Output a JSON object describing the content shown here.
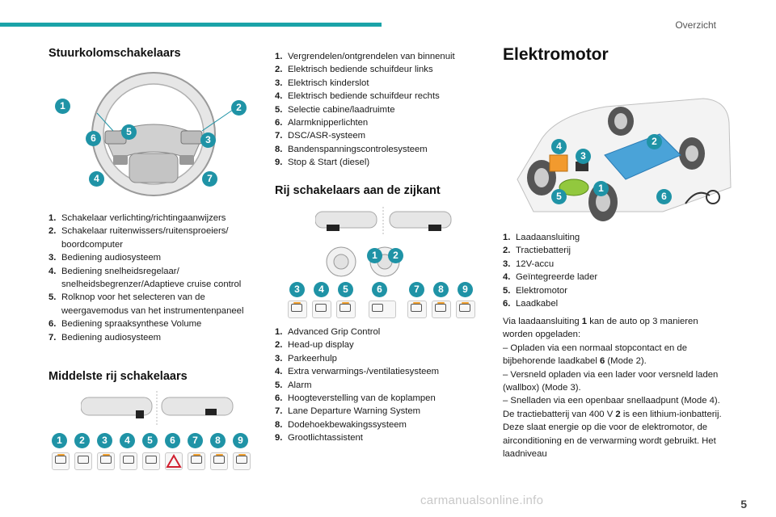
{
  "header": {
    "section": "Overzicht"
  },
  "col1": {
    "title": "Stuurkolomschakelaars",
    "items": [
      {
        "n": "1.",
        "t": "Schakelaar verlichting/richtingaanwijzers"
      },
      {
        "n": "2.",
        "t": "Schakelaar ruitenwissers/ruitensproeiers/ boordcomputer"
      },
      {
        "n": "3.",
        "t": "Bediening audiosysteem"
      },
      {
        "n": "4.",
        "t": "Bediening snelheidsregelaar/ snelheidsbegrenzer/Adaptieve cruise control"
      },
      {
        "n": "5.",
        "t": "Rolknop voor het selecteren van de weergavemodus van het instrumentenpaneel"
      },
      {
        "n": "6.",
        "t": "Bediening spraaksynthese Volume"
      },
      {
        "n": "7.",
        "t": "Bediening audiosysteem"
      }
    ],
    "title2": "Middelste rij schakelaars",
    "badges_mid": [
      "1",
      "2",
      "3",
      "4",
      "5",
      "6",
      "7",
      "8",
      "9"
    ],
    "badges_wheel": [
      "1",
      "2",
      "3",
      "4",
      "5",
      "6",
      "7"
    ]
  },
  "col2": {
    "items": [
      {
        "n": "1.",
        "t": "Vergrendelen/ontgrendelen van binnenuit"
      },
      {
        "n": "2.",
        "t": "Elektrisch bediende schuifdeur links"
      },
      {
        "n": "3.",
        "t": "Elektrisch kinderslot"
      },
      {
        "n": "4.",
        "t": "Elektrisch bediende schuifdeur rechts"
      },
      {
        "n": "5.",
        "t": "Selectie cabine/laadruimte"
      },
      {
        "n": "6.",
        "t": "Alarmknipperlichten"
      },
      {
        "n": "7.",
        "t": "DSC/ASR-systeem"
      },
      {
        "n": "8.",
        "t": "Bandenspanningscontrolesysteem"
      },
      {
        "n": "9.",
        "t": "Stop & Start (diesel)"
      }
    ],
    "title": "Rij schakelaars aan de zijkant",
    "badges": [
      "1",
      "2",
      "3",
      "4",
      "5",
      "6",
      "7",
      "8",
      "9"
    ],
    "items2": [
      {
        "n": "1.",
        "t": "Advanced Grip Control"
      },
      {
        "n": "2.",
        "t": "Head-up display"
      },
      {
        "n": "3.",
        "t": "Parkeerhulp"
      },
      {
        "n": "4.",
        "t": "Extra verwarmings-/ventilatiesysteem"
      },
      {
        "n": "5.",
        "t": "Alarm"
      },
      {
        "n": "6.",
        "t": "Hoogteverstelling van de koplampen"
      },
      {
        "n": "7.",
        "t": "Lane Departure Warning System"
      },
      {
        "n": "8.",
        "t": "Dodehoekbewakingssysteem"
      },
      {
        "n": "9.",
        "t": "Grootlichtassistent"
      }
    ]
  },
  "col3": {
    "title": "Elektromotor",
    "badges": [
      "1",
      "2",
      "3",
      "4",
      "5",
      "6"
    ],
    "items": [
      {
        "n": "1.",
        "t": "Laadaansluiting"
      },
      {
        "n": "2.",
        "t": "Tractiebatterij"
      },
      {
        "n": "3.",
        "t": "12V-accu"
      },
      {
        "n": "4.",
        "t": "Geïntegreerde lader"
      },
      {
        "n": "5.",
        "t": "Elektromotor"
      },
      {
        "n": "6.",
        "t": "Laadkabel"
      }
    ],
    "para": {
      "l1a": "Via laadaansluiting ",
      "l1b": "1",
      "l1c": " kan de auto op 3 manieren worden opgeladen:",
      "l2a": "– Opladen via een normaal stopcontact en de bijbehorende laadkabel ",
      "l2b": "6",
      "l2c": " (Mode 2).",
      "l3": "– Versneld opladen via een lader voor versneld laden (wallbox) (Mode 3).",
      "l4": "– Snelladen via een openbaar snellaadpunt (Mode 4).",
      "l5a": "De tractiebatterij van 400 V ",
      "l5b": "2",
      "l5c": " is een lithium-ionbatterij. Deze slaat energie op die voor de elektromotor, de airconditioning en de verwarming wordt gebruikt. Het laadniveau"
    }
  },
  "footer": {
    "page": "5",
    "watermark": "carmanualsonline.info"
  }
}
